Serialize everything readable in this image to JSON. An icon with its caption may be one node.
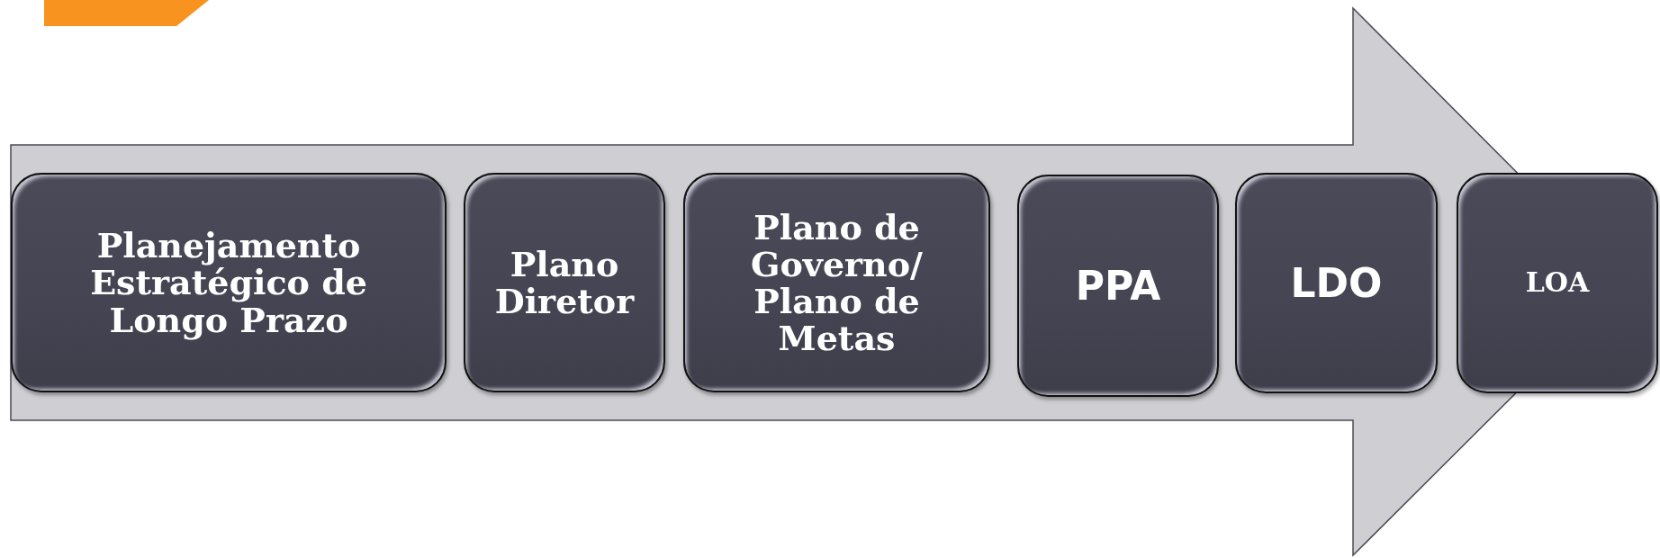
{
  "diagram": {
    "nodes": [
      {
        "text": [
          "Planejamento Estratégico de Longo Prazo"
        ]
      },
      {
        "text": [
          "Plano Diretor"
        ]
      },
      {
        "text": [
          "Plano de Governo/ Plano de Metas"
        ]
      },
      {
        "text": [
          "PPA"
        ]
      },
      {
        "text": [
          "LDO"
        ]
      },
      {
        "text": [
          "LOA"
        ]
      }
    ]
  }
}
